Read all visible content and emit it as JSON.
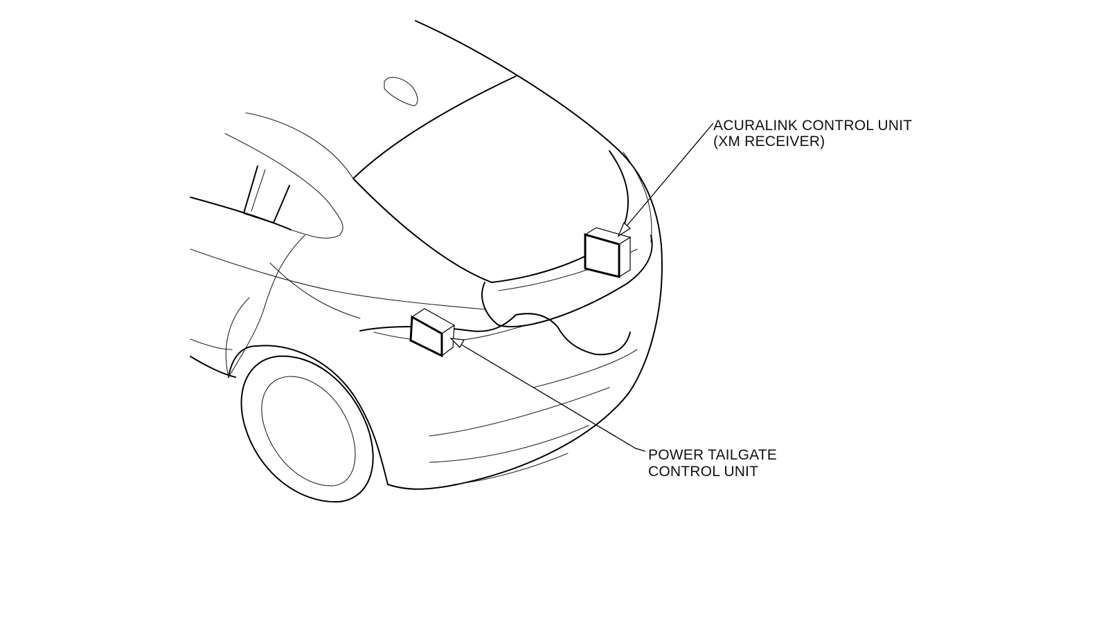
{
  "diagram": {
    "callouts": [
      {
        "id": "acuralink",
        "lines": [
          "ACURALINK CONTROL UNIT",
          "(XM RECEIVER)"
        ]
      },
      {
        "id": "power-tailgate",
        "lines": [
          "POWER TAILGATE",
          "CONTROL UNIT"
        ]
      }
    ]
  }
}
